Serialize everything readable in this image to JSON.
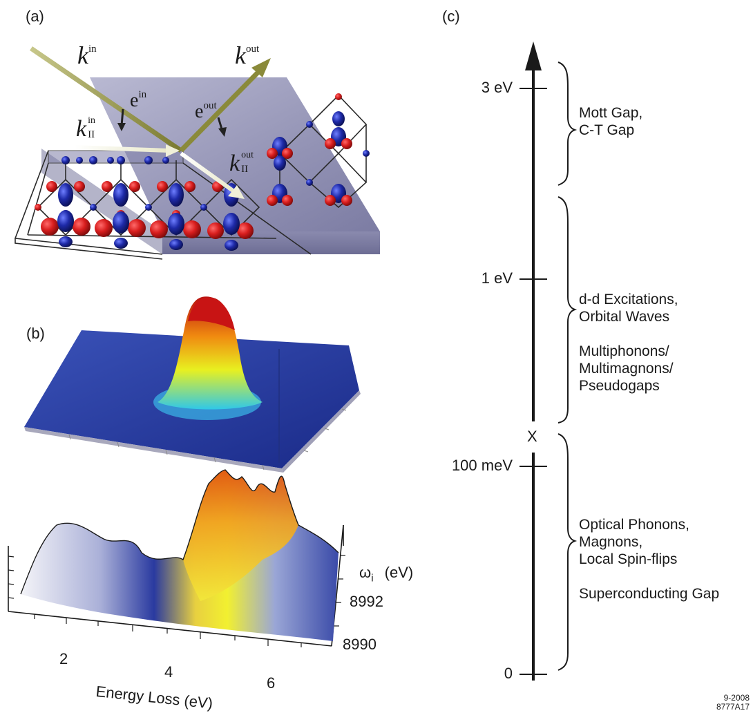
{
  "panel_labels": {
    "a": "(a)",
    "b": "(b)",
    "c": "(c)"
  },
  "scattering": {
    "k_in": "k",
    "k_in_sup": "in",
    "k_out": "k",
    "k_out_sup": "out",
    "e_in": "e",
    "e_in_sup": "in",
    "e_out": "e",
    "e_out_sup": "out",
    "k_par_in": "k",
    "k_par_in_sub": "II",
    "k_par_in_sup": "in",
    "k_par_out": "k",
    "k_par_out_sub": "II",
    "k_par_out_sup": "out"
  },
  "surface_plot": {
    "x_ticks": [
      "2",
      "4",
      "6"
    ],
    "x_label": "Energy Loss  (eV)",
    "y_ticks": [
      "8990",
      "8992"
    ],
    "y_label_symbol": "ω",
    "y_label_sub": "i",
    "y_label_unit": "(eV)"
  },
  "energy_scale": {
    "ticks": [
      "3 eV",
      "1 eV",
      "100 meV",
      "0"
    ],
    "break_mark": "X",
    "groups": [
      {
        "lines": [
          "Mott Gap,",
          "C-T Gap"
        ]
      },
      {
        "lines": [
          "d-d Excitations,",
          "Orbital Waves",
          "",
          "Multiphonons/",
          "Multimagnons/",
          "Pseudogaps"
        ]
      },
      {
        "lines": [
          "Optical Phonons,",
          "Magnons,",
          "Local Spin-flips",
          "",
          "Superconducting Gap"
        ]
      }
    ]
  },
  "stamp": {
    "line1": "9-2008",
    "line2": "8777A17"
  },
  "colors": {
    "surface_slab": "#8f8fb2",
    "orbital_red": "#d81e1e",
    "orbital_blue": "#1e2aa8",
    "beam_arrow": "#8a8a3a",
    "peak_plot_base": "#2438a0",
    "peak_plot_top": "#c81e10"
  }
}
